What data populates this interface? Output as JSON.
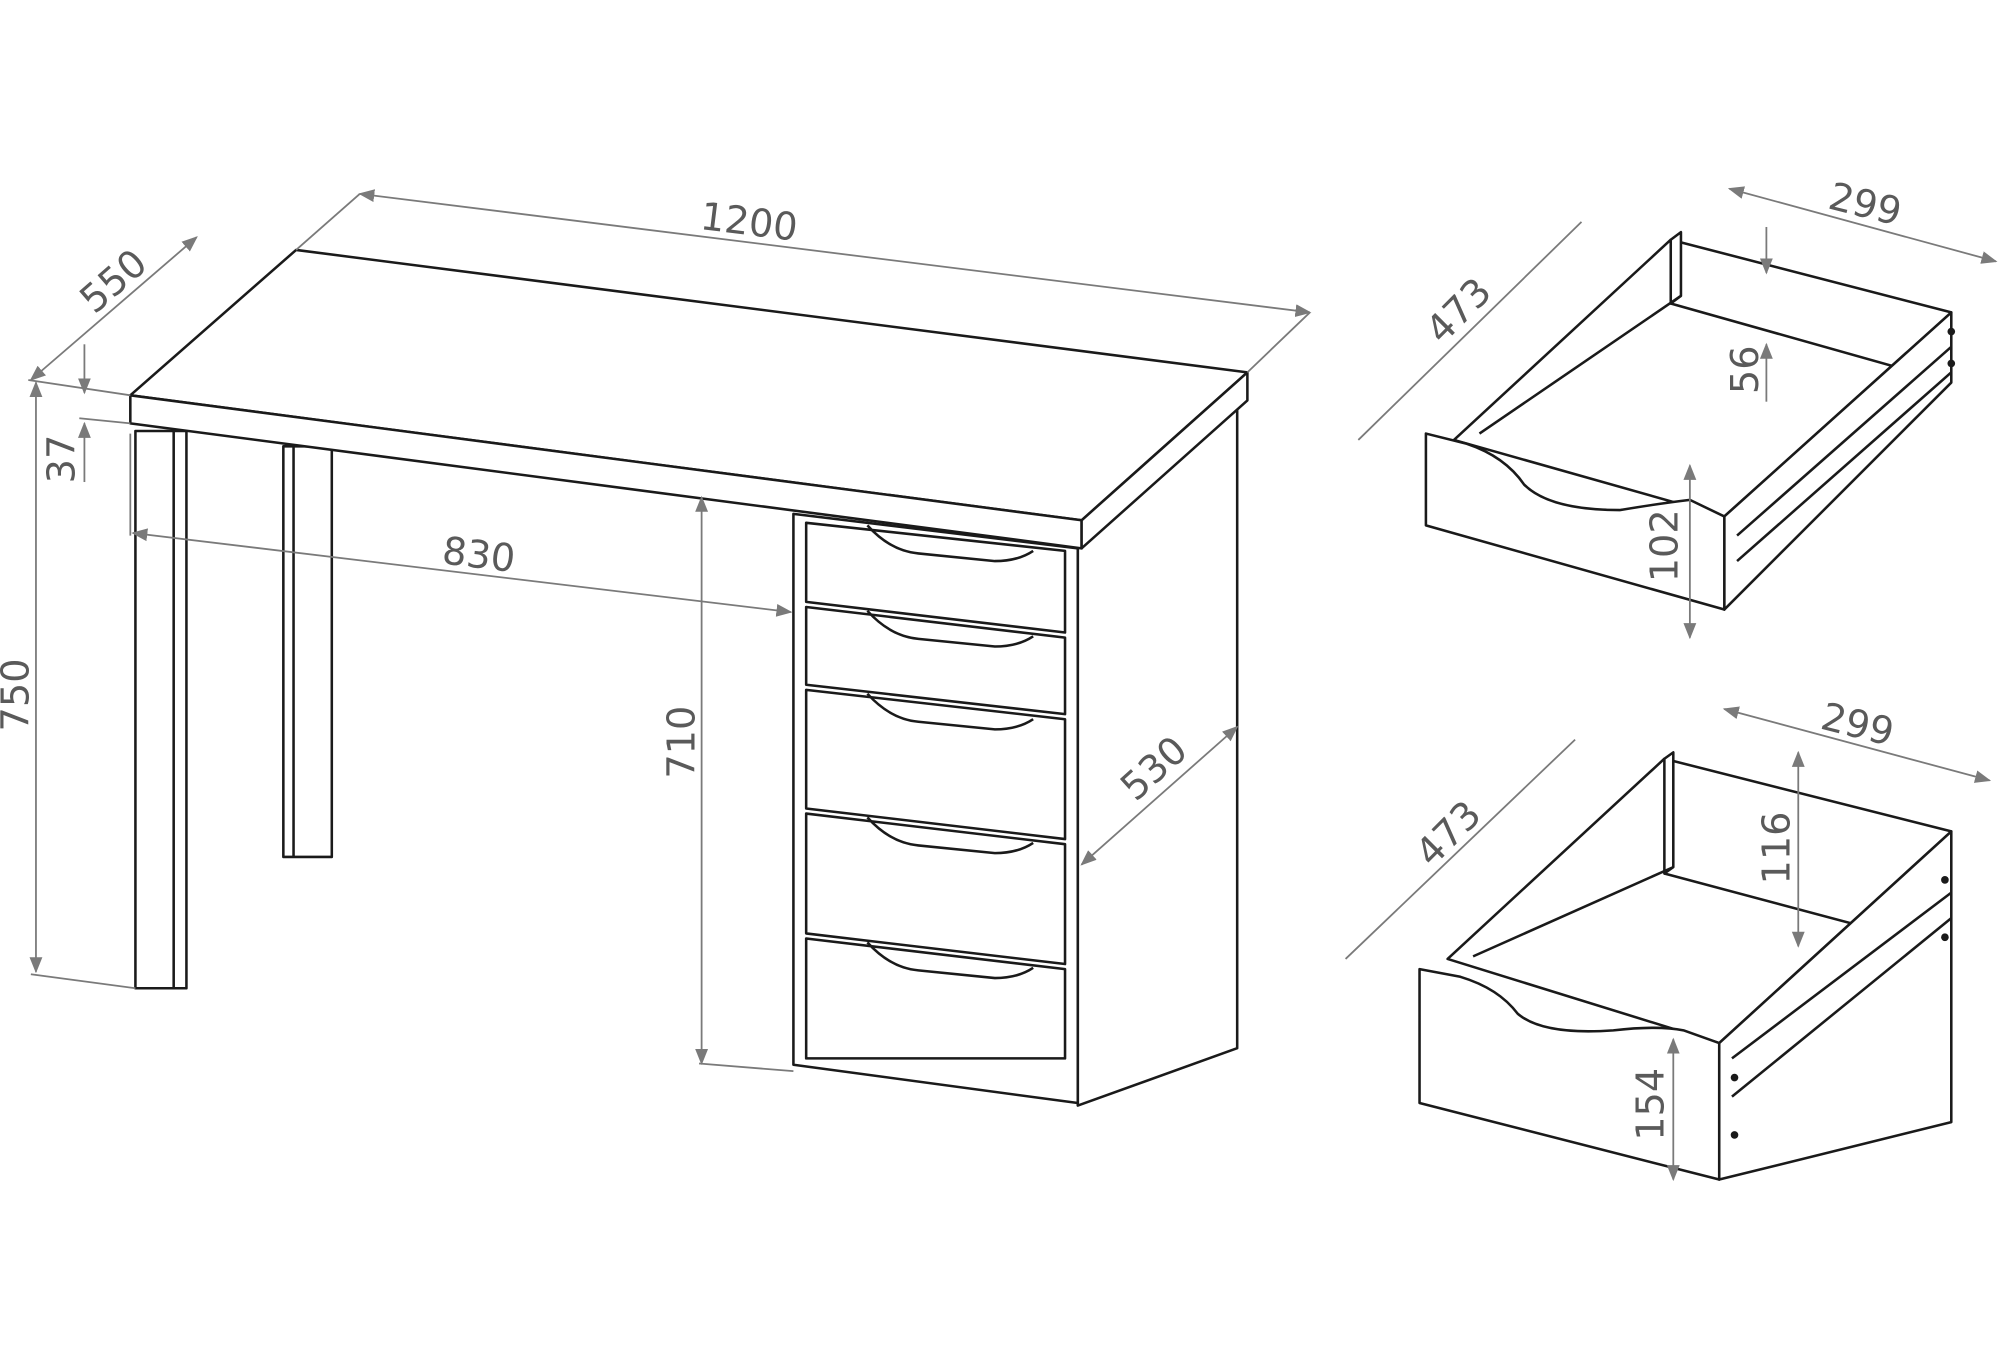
{
  "desk": {
    "width": "1200",
    "depth": "550",
    "height": "750",
    "top_thickness": "37",
    "leg_span": "830",
    "cabinet_height": "710",
    "cabinet_depth": "530"
  },
  "drawer_small": {
    "depth": "473",
    "width": "299",
    "inner_height": "56",
    "front_height": "102"
  },
  "drawer_large": {
    "depth": "473",
    "width": "299",
    "inner_height": "116",
    "front_height": "154"
  },
  "colors": {
    "line": "#1a1a1a",
    "dimension": "#7a7a7a"
  }
}
